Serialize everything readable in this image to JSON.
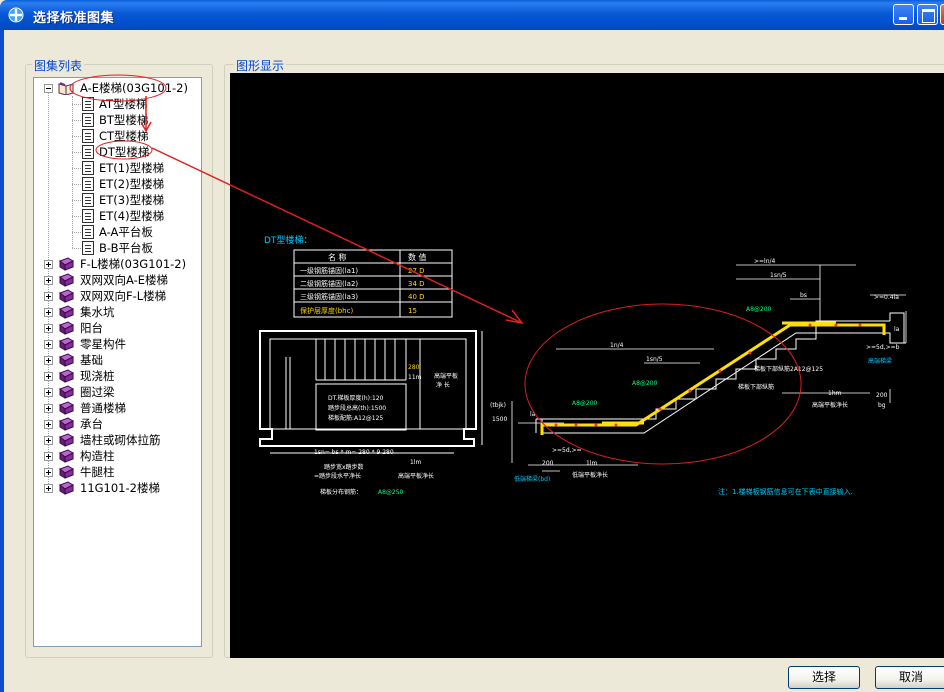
{
  "window": {
    "title": "选择标准图集"
  },
  "left_group": {
    "title": "图集列表"
  },
  "right_group": {
    "title": "图形显示"
  },
  "tree": [
    {
      "label": "A-E楼梯(03G101-2)",
      "type": "book",
      "level": 0,
      "expanded": true
    },
    {
      "label": "AT型楼梯",
      "type": "doc",
      "level": 1
    },
    {
      "label": "BT型楼梯",
      "type": "doc",
      "level": 1
    },
    {
      "label": "CT型楼梯",
      "type": "doc",
      "level": 1
    },
    {
      "label": "DT型楼梯",
      "type": "doc",
      "level": 1
    },
    {
      "label": "ET(1)型楼梯",
      "type": "doc",
      "level": 1
    },
    {
      "label": "ET(2)型楼梯",
      "type": "doc",
      "level": 1
    },
    {
      "label": "ET(3)型楼梯",
      "type": "doc",
      "level": 1
    },
    {
      "label": "ET(4)型楼梯",
      "type": "doc",
      "level": 1
    },
    {
      "label": "A-A平台板",
      "type": "doc",
      "level": 1
    },
    {
      "label": "B-B平台板",
      "type": "doc",
      "level": 1
    },
    {
      "label": "F-L楼梯(03G101-2)",
      "type": "book",
      "level": 0
    },
    {
      "label": "双网双向A-E楼梯",
      "type": "book",
      "level": 0
    },
    {
      "label": "双网双向F-L楼梯",
      "type": "book",
      "level": 0
    },
    {
      "label": "集水坑",
      "type": "book",
      "level": 0
    },
    {
      "label": "阳台",
      "type": "book",
      "level": 0
    },
    {
      "label": "零星构件",
      "type": "book",
      "level": 0
    },
    {
      "label": "基础",
      "type": "book",
      "level": 0
    },
    {
      "label": "现浇桩",
      "type": "book",
      "level": 0
    },
    {
      "label": "圈过梁",
      "type": "book",
      "level": 0
    },
    {
      "label": "普通楼梯",
      "type": "book",
      "level": 0
    },
    {
      "label": "承台",
      "type": "book",
      "level": 0
    },
    {
      "label": "墙柱或砌体拉筋",
      "type": "book",
      "level": 0
    },
    {
      "label": "构造柱",
      "type": "book",
      "level": 0
    },
    {
      "label": "牛腿柱",
      "type": "book",
      "level": 0
    },
    {
      "label": "11G101-2楼梯",
      "type": "book",
      "level": 0
    }
  ],
  "drawing": {
    "title": "DT型楼梯：",
    "table_headers": [
      "名 称",
      "数 值"
    ],
    "table_rows": [
      [
        "一级钢筋锚固(la1)",
        "27 D"
      ],
      [
        "二级钢筋锚固(la2)",
        "34 D"
      ],
      [
        "三级钢筋锚固(la3)",
        "40 D"
      ],
      [
        "保护层厚度(bhc)",
        "15"
      ]
    ],
    "plan_info": [
      "DT.梯板厚度(h):120",
      "踏步段总高(th):1500",
      "梯板配筋:A12@125"
    ],
    "plan_dims": [
      "280",
      "11m"
    ],
    "plan_side_label_1": "高端平板",
    "plan_side_label_2": "净 长",
    "plan_bottom_dim": "1sn= bs * m= 280 * 9   280",
    "plan_bottom_lbl_1": "踏步宽x踏步数",
    "plan_bottom_lbl_2": "=踏步段水平净长",
    "plan_bottom_lbl_3": "高端平板净长",
    "plan_bottom_1lm": "1lm",
    "plan_distribution": "梯板分布钢筋：",
    "plan_distribution_value": "A8@250",
    "elev_labels": {
      "ln4_top": ">=ln/4",
      "lsn5_top": "1sn/5",
      "bs": "bs",
      "ge04la": ">=0.4la",
      "a8200_1": "A8@200",
      "a8200_2": "A8@200",
      "a8200_3": "A8@200",
      "ln4": "1n/4",
      "lsn5": "1sn/5",
      "la_left": "la",
      "la_right": "la",
      "tbh": "(tbjk)",
      "h1500": "1500",
      "ge5d": ">=5d,>=b",
      "ge5d_left": ">=5d,>=",
      "bot_200": "200",
      "bot_1lm": "1lm",
      "low_beam": "低端梯梁(bd)",
      "low_slab": "低端平板净长",
      "high_beam": "高端梯梁",
      "down_bar": "梯板下部纵筋",
      "down_bar_2": "梯板下部纵筋2A12@125",
      "hm": "1hm",
      "top_200": "200",
      "bg": "bg",
      "high_slab": "高端平板净长"
    },
    "note": "注：1.楼梯板钢筋信息可在下表中直接输入."
  },
  "buttons": {
    "select": "选择",
    "cancel": "取消"
  }
}
